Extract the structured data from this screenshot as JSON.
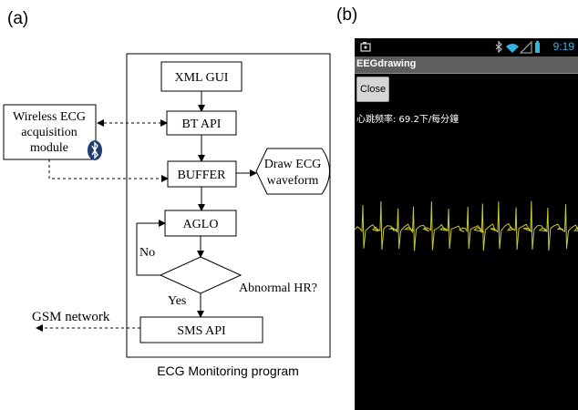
{
  "labels": {
    "panel_a": "(a)",
    "panel_b": "(b)"
  },
  "diagram": {
    "nodes": {
      "xml_gui": "XML GUI",
      "bt_api": "BT API",
      "buffer": "BUFFER",
      "aglo": "AGLO",
      "sms_api": "SMS API",
      "decision": "Abnormal HR?",
      "draw_line1": "Draw ECG",
      "draw_line2": "waveform",
      "wireless_line1": "Wireless ECG",
      "wireless_line2": "acquisition",
      "wireless_line3": "module"
    },
    "edge_labels": {
      "no": "No",
      "yes": "Yes"
    },
    "external": "GSM network",
    "caption": "ECG Monitoring program"
  },
  "phone": {
    "status_time": "9:19",
    "app_title": "EEGdrawing",
    "close_label": "Close",
    "heart_rate_text": "心跳频率: 69.2下/每分鐘",
    "colors": {
      "background": "#000000",
      "waveform": "#c8c832",
      "clock": "#33b5e5",
      "titlebar": "#5e5e5e"
    },
    "icons": [
      "camera-icon",
      "bluetooth-icon",
      "wifi-icon",
      "signal-icon",
      "battery-icon"
    ]
  }
}
